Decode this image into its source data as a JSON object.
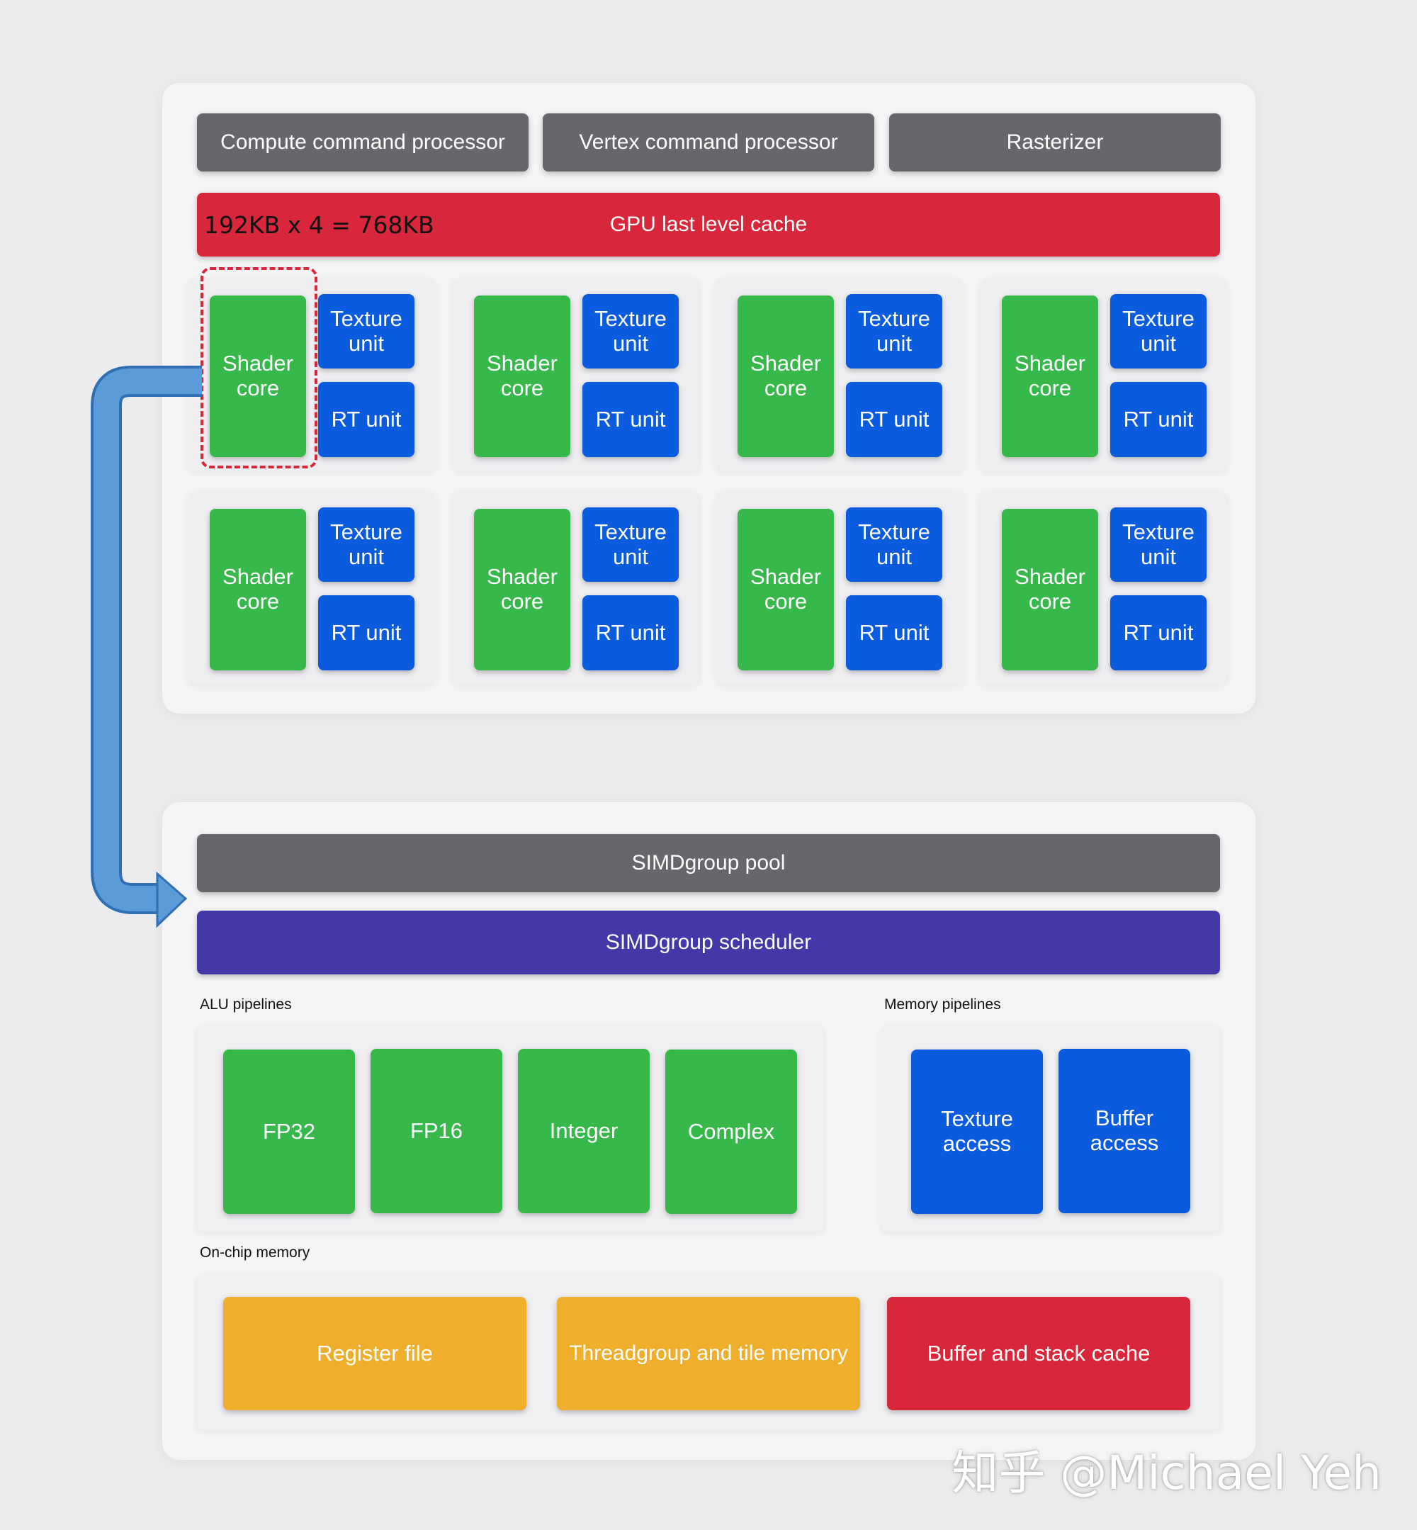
{
  "top": {
    "compute_cp": "Compute command processor",
    "vertex_cp": "Vertex command processor",
    "rasterizer": "Rasterizer",
    "cache_size": "192KB x 4 = 768KB",
    "cache_label": "GPU last level cache",
    "shader_label": "Shader\ncore",
    "texture_label": "Texture\nunit",
    "rt_label": "RT unit"
  },
  "core": {
    "pool": "SIMDgroup pool",
    "scheduler": "SIMDgroup scheduler",
    "alu_label": "ALU pipelines",
    "mem_label": "Memory pipelines",
    "alu": [
      "FP32",
      "FP16",
      "Integer",
      "Complex"
    ],
    "mem": [
      "Texture\naccess",
      "Buffer\naccess"
    ],
    "onchip_label": "On-chip memory",
    "register_file": "Register file",
    "threadgroup": "Threadgroup and tile memory",
    "buffer_stack": "Buffer and stack cache"
  },
  "colors": {
    "gray": "#66676b",
    "red": "#d8263a",
    "green": "#37b84a",
    "blue": "#0a5bde",
    "purple": "#4438a8",
    "orange": "#efae2c",
    "arrow": "#5b9bd8"
  },
  "watermark": "知乎 @Michael Yeh"
}
